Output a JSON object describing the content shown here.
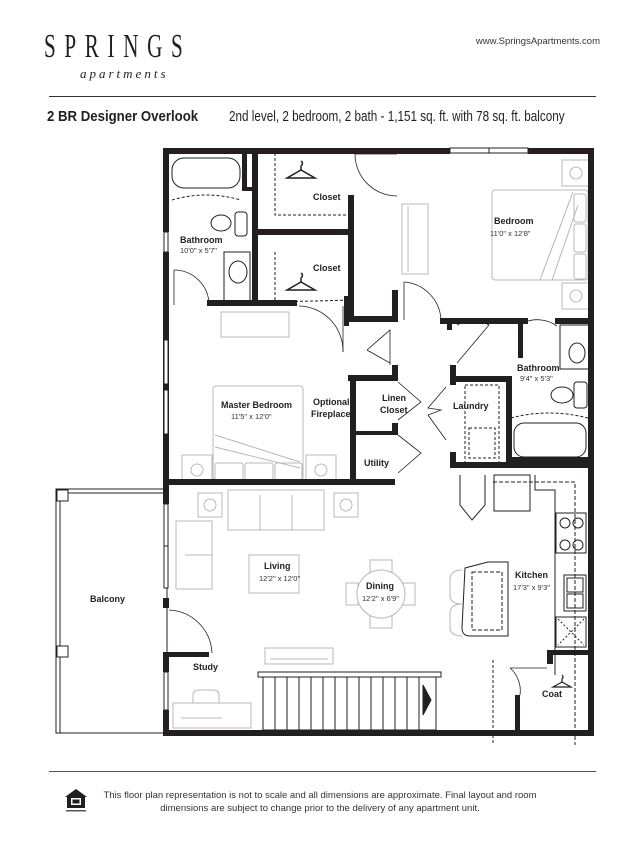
{
  "header": {
    "brand_name": "SPRINGS",
    "brand_sub": "apartments",
    "website": "www.SpringsApartments.com"
  },
  "plan": {
    "title": "2 BR Designer Overlook",
    "description": "2nd level, 2 bedroom, 2 bath - 1,151 sq. ft. with 78 sq. ft. balcony",
    "level": "2nd level",
    "bedrooms": 2,
    "bathrooms": 2,
    "area_sqft": "1,151",
    "balcony_sqft": "78"
  },
  "rooms": {
    "bathroom1": {
      "label": "Bathroom",
      "dims": "10'0\" x 5'7\""
    },
    "closet1": {
      "label": "Closet"
    },
    "closet2": {
      "label": "Closet"
    },
    "bedroom": {
      "label": "Bedroom",
      "dims": "11'0\" x 12'8\""
    },
    "bathroom2": {
      "label": "Bathroom",
      "dims": "9'4\" x 5'3\""
    },
    "master_bedroom": {
      "label": "Master Bedroom",
      "dims": "11'5\" x 12'0\""
    },
    "fireplace": {
      "label_line1": "Optional",
      "label_line2": "Fireplace"
    },
    "linen_closet": {
      "label_line1": "Linen",
      "label_line2": "Closet"
    },
    "laundry": {
      "label": "Laundry"
    },
    "utility": {
      "label": "Utility"
    },
    "living": {
      "label": "Living",
      "dims": "12'2\" x 12'0\""
    },
    "dining": {
      "label": "Dining",
      "dims": "12'2\" x 6'9\""
    },
    "kitchen": {
      "label": "Kitchen",
      "dims": "17'3\" x 9'3\""
    },
    "balcony": {
      "label": "Balcony"
    },
    "study": {
      "label": "Study"
    },
    "coat": {
      "label": "Coat"
    }
  },
  "footer": {
    "disclaimer": "This floor plan representation is not to scale and all dimensions are approximate. Final layout and room dimensions are subject to change prior to the delivery of any apartment unit.",
    "logo_icon": "equal-housing-opportunity-icon"
  },
  "colors": {
    "wall": "#231f20",
    "furniture": "#b8b8b8",
    "text": "#231f20"
  }
}
